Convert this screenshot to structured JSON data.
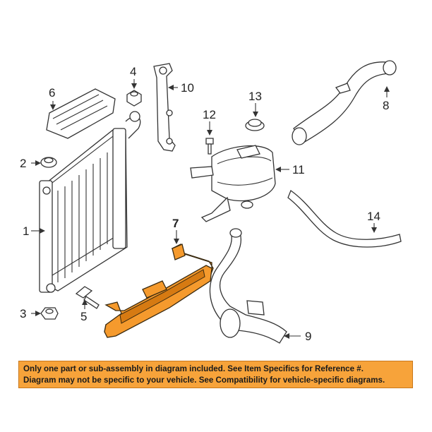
{
  "callouts": {
    "c1": "1",
    "c2": "2",
    "c3": "3",
    "c4": "4",
    "c5": "5",
    "c6": "6",
    "c7": "7",
    "c8": "8",
    "c9": "9",
    "c10": "10",
    "c11": "11",
    "c12": "12",
    "c13": "13",
    "c14": "14"
  },
  "disclaimer": {
    "line1": "Only one part or sub-assembly in diagram included. See Item Specifics for Reference #.",
    "line2": "Diagram may not be specific to your vehicle. See Compatibility for vehicle-specific diagrams."
  },
  "colors": {
    "highlight": "#f59a2d",
    "banner": "#f7a33a",
    "line": "#333333"
  }
}
